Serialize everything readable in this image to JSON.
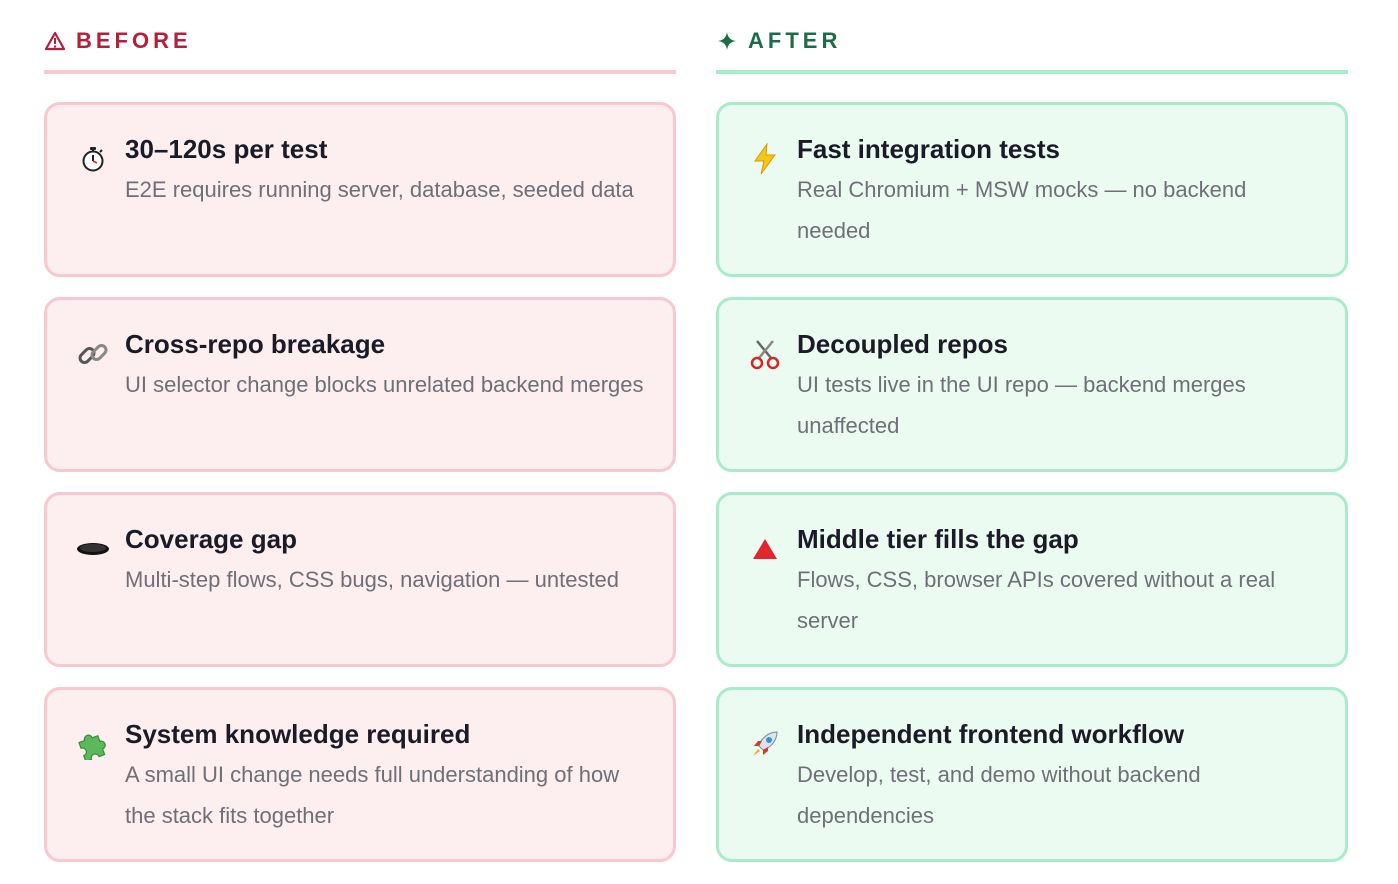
{
  "before": {
    "label": "BEFORE",
    "accent": "#b3203c",
    "cards": [
      {
        "icon": "stopwatch-icon",
        "title": "30–120s per test",
        "desc": "E2E requires running server, database, seeded data"
      },
      {
        "icon": "link-icon",
        "title": "Cross-repo breakage",
        "desc": "UI selector change blocks unrelated backend merges"
      },
      {
        "icon": "hole-icon",
        "title": "Coverage gap",
        "desc": "Multi-step flows, CSS bugs, navigation — untested"
      },
      {
        "icon": "puzzle-icon",
        "title": "System knowledge required",
        "desc": "A small UI change needs full understanding of how the stack fits together"
      }
    ]
  },
  "after": {
    "label": "AFTER",
    "accent": "#1d6b4b",
    "cards": [
      {
        "icon": "lightning-icon",
        "title": "Fast integration tests",
        "desc": "Real Chromium + MSW mocks — no backend needed"
      },
      {
        "icon": "scissors-icon",
        "title": "Decoupled repos",
        "desc": "UI tests live in the UI repo — backend merges unaffected"
      },
      {
        "icon": "red-triangle-icon",
        "title": "Middle tier fills the gap",
        "desc": "Flows, CSS, browser APIs covered without a real server"
      },
      {
        "icon": "rocket-icon",
        "title": "Independent frontend workflow",
        "desc": "Develop, test, and demo without backend dependencies"
      }
    ]
  }
}
